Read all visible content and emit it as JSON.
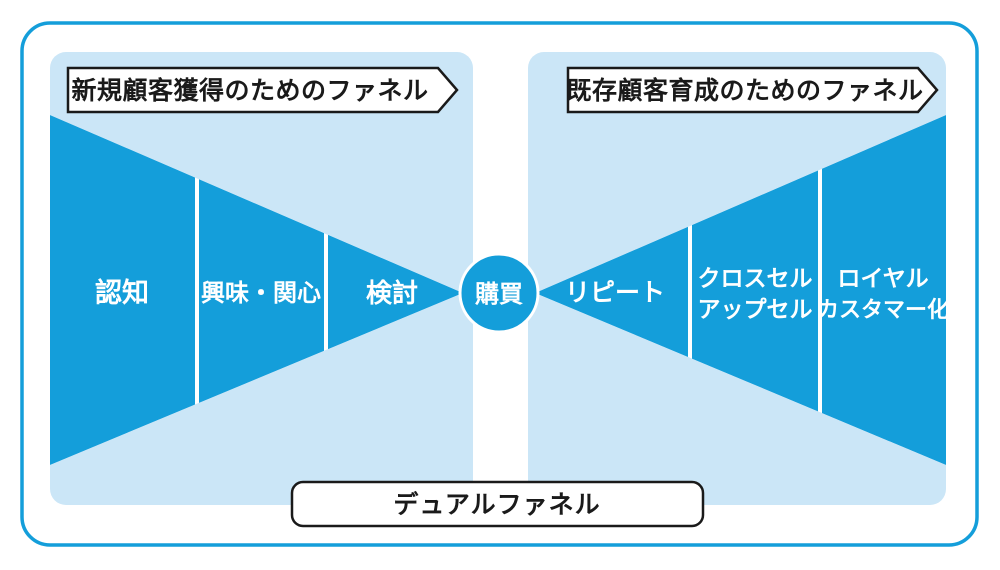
{
  "diagram": {
    "title": "デュアルファネル",
    "colors": {
      "accent_blue": "#149eda",
      "panel_light_blue": "#cbe6f7",
      "outline_black": "#1a1a1a",
      "label_white": "#ffffff"
    },
    "acquisition_funnel": {
      "title": "新規顧客獲得のためのファネル",
      "stages": [
        {
          "line1": "認知"
        },
        {
          "line1": "興味・関心"
        },
        {
          "line1": "検討"
        }
      ]
    },
    "purchase": {
      "label": "購買"
    },
    "retention_funnel": {
      "title": "既存顧客育成のためのファネル",
      "stages": [
        {
          "line1": "リピート"
        },
        {
          "line1": "クロスセル",
          "line2": "アップセル"
        },
        {
          "line1": "ロイヤル",
          "line2": "カスタマー化"
        }
      ]
    }
  }
}
